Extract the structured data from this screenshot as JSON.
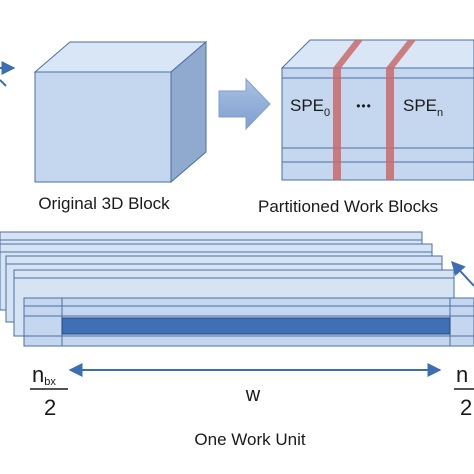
{
  "top_left": {
    "caption": "Original 3D Block"
  },
  "top_right": {
    "caption": "Partitioned Work Blocks",
    "spe_first": {
      "base": "SPE",
      "sub": "0"
    },
    "spe_ellipsis": "•••",
    "spe_last": {
      "base": "SPE",
      "sub": "n"
    }
  },
  "bottom": {
    "caption": "One Work Unit",
    "width_symbol": "w",
    "left_fraction": {
      "numerator_base": "n",
      "numerator_sub": "bx",
      "denominator": "2"
    },
    "right_fraction": {
      "numerator_base": "n",
      "denominator": "2"
    }
  },
  "colors": {
    "block_face": "#c5d7ee",
    "block_top": "#d9e6f5",
    "block_side": "#8fa9cf",
    "block_stroke": "#4a6fa5",
    "partition_bar": "#c96a6a",
    "work_bar": "#3f6fb5",
    "arrow": "#3d6db3"
  }
}
